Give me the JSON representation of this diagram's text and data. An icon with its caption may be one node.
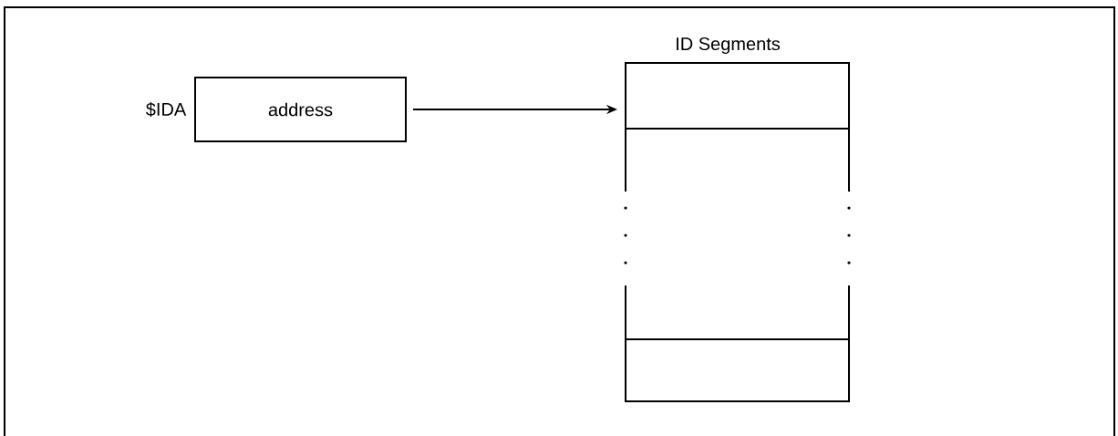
{
  "diagram": {
    "nodes": [
      {
        "text": [
          "address"
        ],
        "beside": [
          "$IDA"
        ]
      },
      {
        "text": [],
        "shape": "box"
      },
      {
        "text": [],
        "shape": "box"
      }
    ],
    "edges": [
      {
        "from": 0,
        "to": 1,
        "arrow": "to"
      }
    ],
    "labels": [
      "ID Segments"
    ]
  }
}
